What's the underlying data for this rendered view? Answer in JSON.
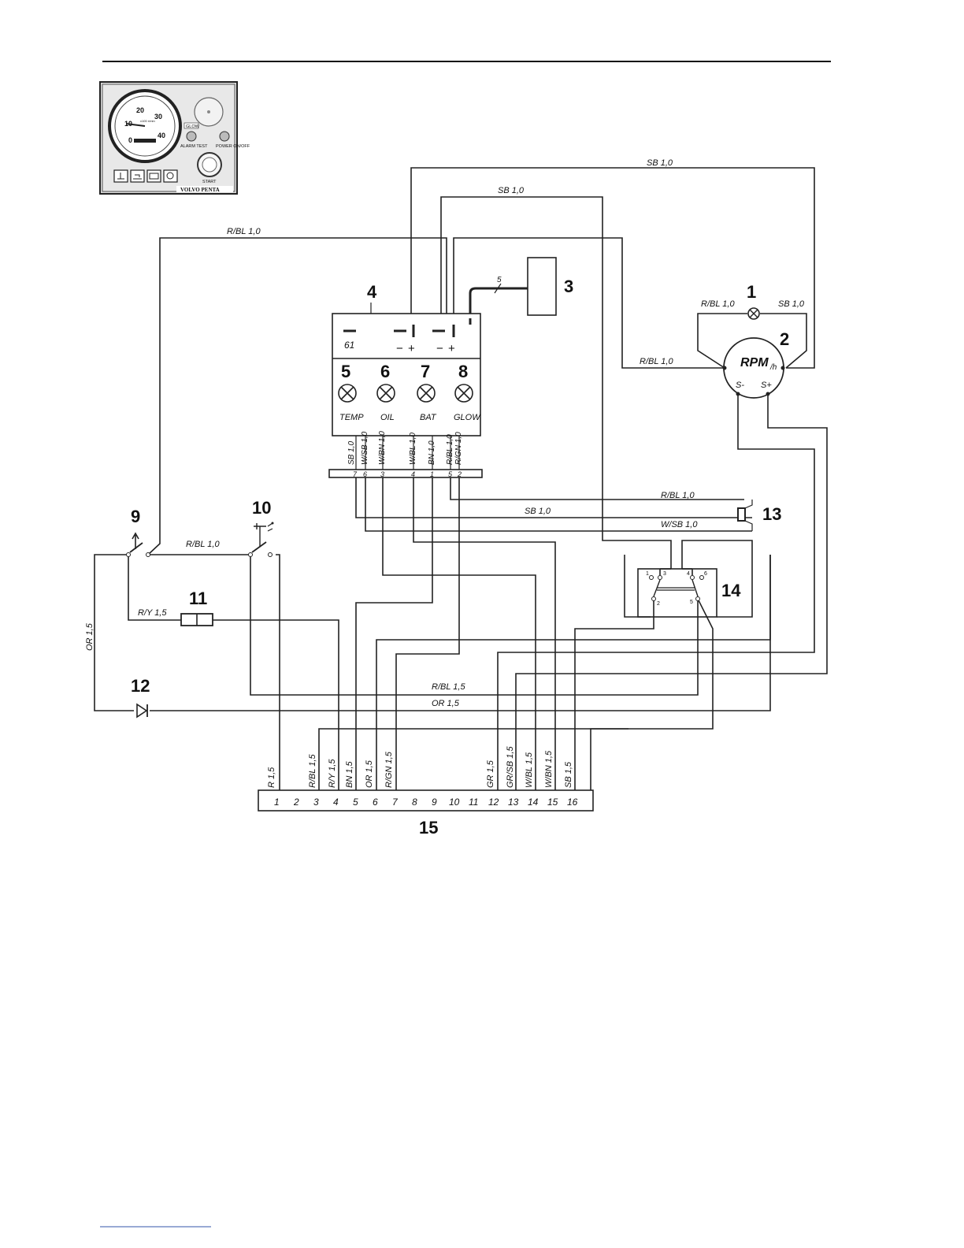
{
  "wire_labels": {
    "sb_top": "SB 1,0",
    "sb_mid": "SB 1,0",
    "rbl_top": "R/BL 1,0",
    "rbl_lamp": "R/BL 1,0",
    "sb_lamp": "SB 1,0",
    "rbl_rpm": "R/BL 1,0",
    "rbl_13": "R/BL 1,0",
    "sb_13": "SB 1,0",
    "wsb_13": "W/SB 1,0",
    "rbl_switch": "R/BL 1,0",
    "ry_11": "R/Y 1,5",
    "or_left": "OR 1,5",
    "rbl_bottom": "R/BL 1,5",
    "or_bottom": "OR 1,5",
    "wire_3": "5"
  },
  "component_numbers": [
    "1",
    "2",
    "3",
    "4",
    "5",
    "6",
    "7",
    "8",
    "9",
    "10",
    "11",
    "12",
    "13",
    "14",
    "15"
  ],
  "module_4": {
    "label_61": "61",
    "minus_1": "−",
    "plus_1": "+",
    "minus_2": "−",
    "plus_2": "+",
    "lamps": [
      "TEMP",
      "OIL",
      "BAT",
      "GLOW"
    ]
  },
  "module_wires": [
    "SB 1,0",
    "W/SB 1,0",
    "W/BN 1,0",
    "W/BL 1,0",
    "BN 1,0",
    "R/BL 1,0",
    "R/GN 1,0"
  ],
  "strip_pins": [
    "7",
    "6",
    "3",
    "4",
    "1",
    "5",
    "2"
  ],
  "rpm_meter": {
    "label": "RPM",
    "unit": "/h",
    "s_minus": "S-",
    "s_plus": "S+"
  },
  "switch_14_pins": [
    "1",
    "3",
    "4",
    "6",
    "2",
    "5"
  ],
  "connector_wires": [
    "R 1,5",
    "R/BL 1,5",
    "R/Y 1,5",
    "BN 1,5",
    "OR 1,5",
    "R/GN 1,5",
    "GR 1,5",
    "GR/SB 1,5",
    "W/BL 1,5",
    "W/BN 1,5",
    "SB 1,5"
  ],
  "connector_pins": [
    "1",
    "2",
    "3",
    "4",
    "5",
    "6",
    "7",
    "8",
    "9",
    "10",
    "11",
    "12",
    "13",
    "14",
    "15",
    "16"
  ],
  "panel": {
    "gauge_ticks": [
      "10",
      "20",
      "30",
      "40",
      "0"
    ],
    "gauge_unit": "x100 r/min",
    "glow": "GLOW",
    "alarm_test": "ALARM TEST",
    "power": "POWER ON/OFF",
    "start": "START",
    "brand": "VOLVO PENTA"
  }
}
